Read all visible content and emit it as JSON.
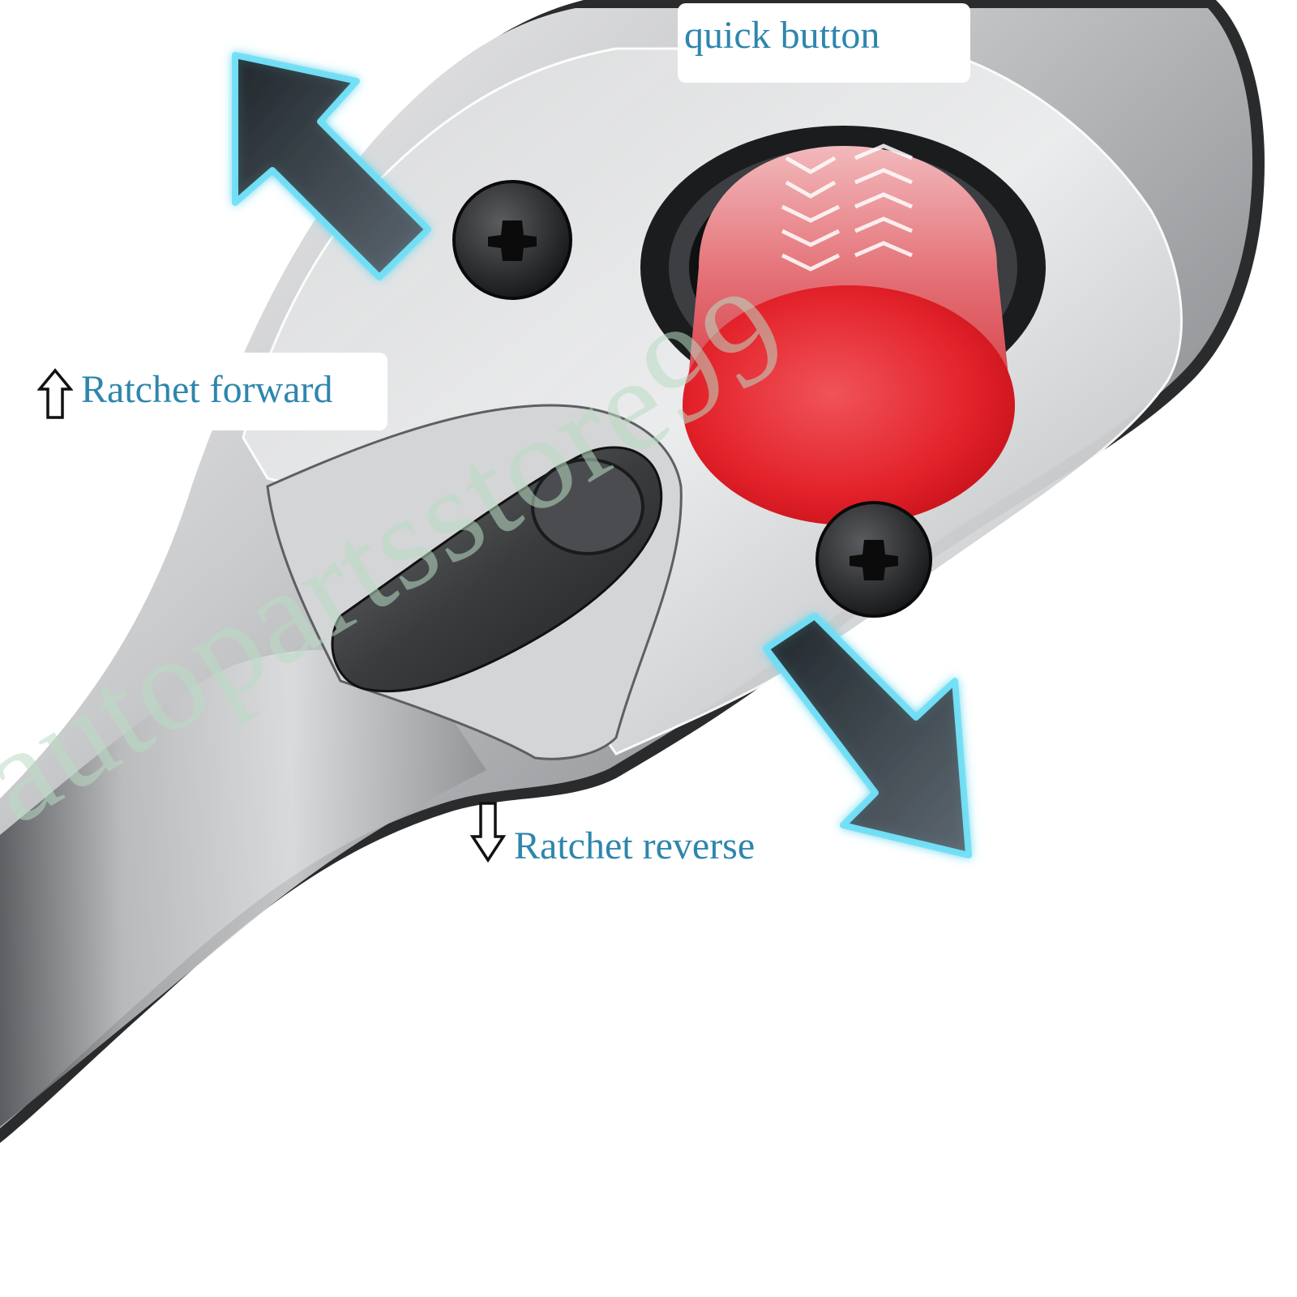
{
  "labels": {
    "quick_button": "quick button",
    "ratchet_forward": "Ratchet forward",
    "ratchet_reverse": "Ratchet reverse"
  },
  "watermark": {
    "text": "autopartsstore99"
  },
  "icons": {
    "forward_indicator": "hollow-up-arrow",
    "reverse_indicator": "hollow-down-arrow",
    "rotation_arrows": "glowing-cyan-arrows"
  },
  "colors": {
    "label_text": "#2e86ad",
    "quick_button": "#e3222a",
    "glow_arrow": "#5fd6f0",
    "watermark": "#b9dcc4",
    "chrome_dark": "#5e6063",
    "chrome_light": "#e9eaeb"
  }
}
